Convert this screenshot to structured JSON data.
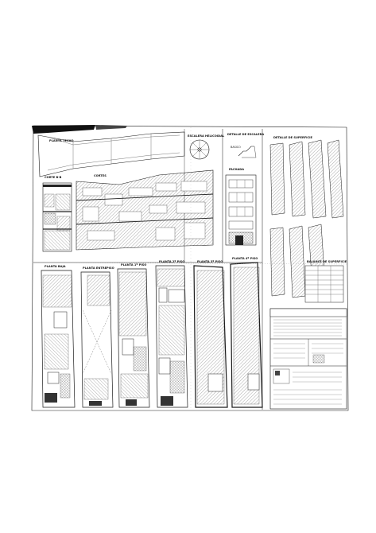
{
  "drawing": {
    "top_sections": {
      "roof_plan_label": "PLANTA TECHO",
      "cortes_label": "CORTES",
      "corte_label": "CORTE B-B",
      "stair_helical_label": "ESCALERA HELICOIDAL",
      "stair_detail_label": "DETALLE DE ESCALERA",
      "stair_detail_sub": "BASICO",
      "fachada_label": "FACHADA",
      "detail_area_label": "DETALLE DE SUPERFICIE"
    },
    "floor_plans": [
      {
        "label": "PLANTA BAJA"
      },
      {
        "label": "PLANTA ENTREPISO"
      },
      {
        "label": "PLANTA 1º PISO"
      },
      {
        "label": "PLANTA 2º PISO"
      },
      {
        "label": "PLANTA 3º PISO"
      },
      {
        "label": "PLANTA 4º PISO"
      }
    ],
    "balance_label": "BALANCE DE SUPERFICIE"
  },
  "colors": {
    "ink": "#1a1a1a",
    "paper": "#ffffff",
    "hatch": "#444444"
  }
}
